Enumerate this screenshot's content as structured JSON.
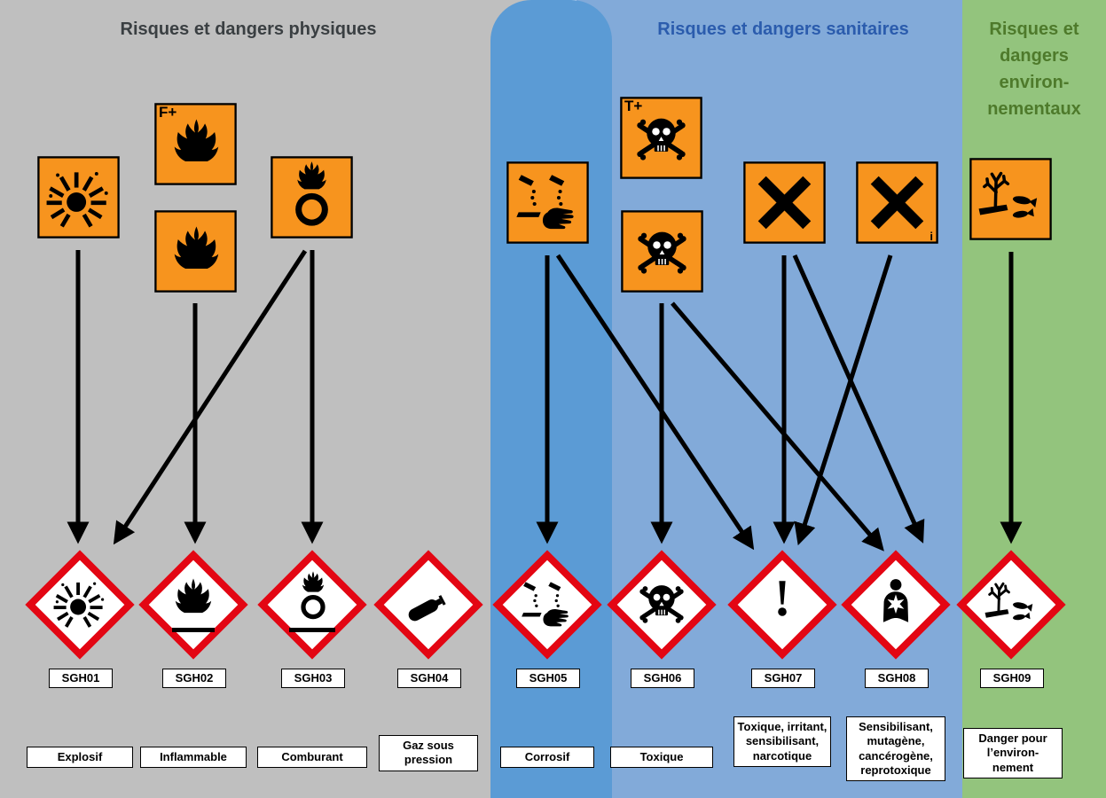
{
  "colors": {
    "physical_bg": "#BFBFBF",
    "corrosive_band_bg": "#5B9BD5",
    "health_bg": "#82AAD9",
    "environment_bg": "#93C47D",
    "physical_title": "#3A3F42",
    "health_title": "#2B5CAD",
    "environment_title": "#4E7A2B",
    "old_pictogram_orange": "#F7941E",
    "ghs_diamond_red": "#E30613",
    "arrow": "#000000"
  },
  "sections": [
    {
      "title": "Risques et dangers physiques"
    },
    {
      "title": "Risques et dangers sanitaires"
    },
    {
      "title": "Risques et dangers environ-nementaux"
    }
  ],
  "old_pictograms": [
    {
      "name": "explosif",
      "letter": ""
    },
    {
      "name": "extremement-inflammable",
      "letter": "F+"
    },
    {
      "name": "inflammable",
      "letter": ""
    },
    {
      "name": "comburant",
      "letter": ""
    },
    {
      "name": "corrosif",
      "letter": ""
    },
    {
      "name": "tres-toxique",
      "letter": "T+"
    },
    {
      "name": "toxique",
      "letter": ""
    },
    {
      "name": "nocif",
      "letter": ""
    },
    {
      "name": "irritant",
      "letter": "i"
    },
    {
      "name": "dangereux-environnement",
      "letter": ""
    }
  ],
  "ghs_pictograms": [
    {
      "code": "SGH01",
      "label": "Explosif"
    },
    {
      "code": "SGH02",
      "label": "Inflammable"
    },
    {
      "code": "SGH03",
      "label": "Comburant"
    },
    {
      "code": "SGH04",
      "label": "Gaz sous pression"
    },
    {
      "code": "SGH05",
      "label": "Corrosif"
    },
    {
      "code": "SGH06",
      "label": "Toxique"
    },
    {
      "code": "SGH07",
      "label": "Toxique, irritant, sensibilisant, narcotique"
    },
    {
      "code": "SGH08",
      "label": "Sensibilisant, mutagène, cancérogène, reprotoxique"
    },
    {
      "code": "SGH09",
      "label": "Danger pour l’environ-nement"
    }
  ]
}
